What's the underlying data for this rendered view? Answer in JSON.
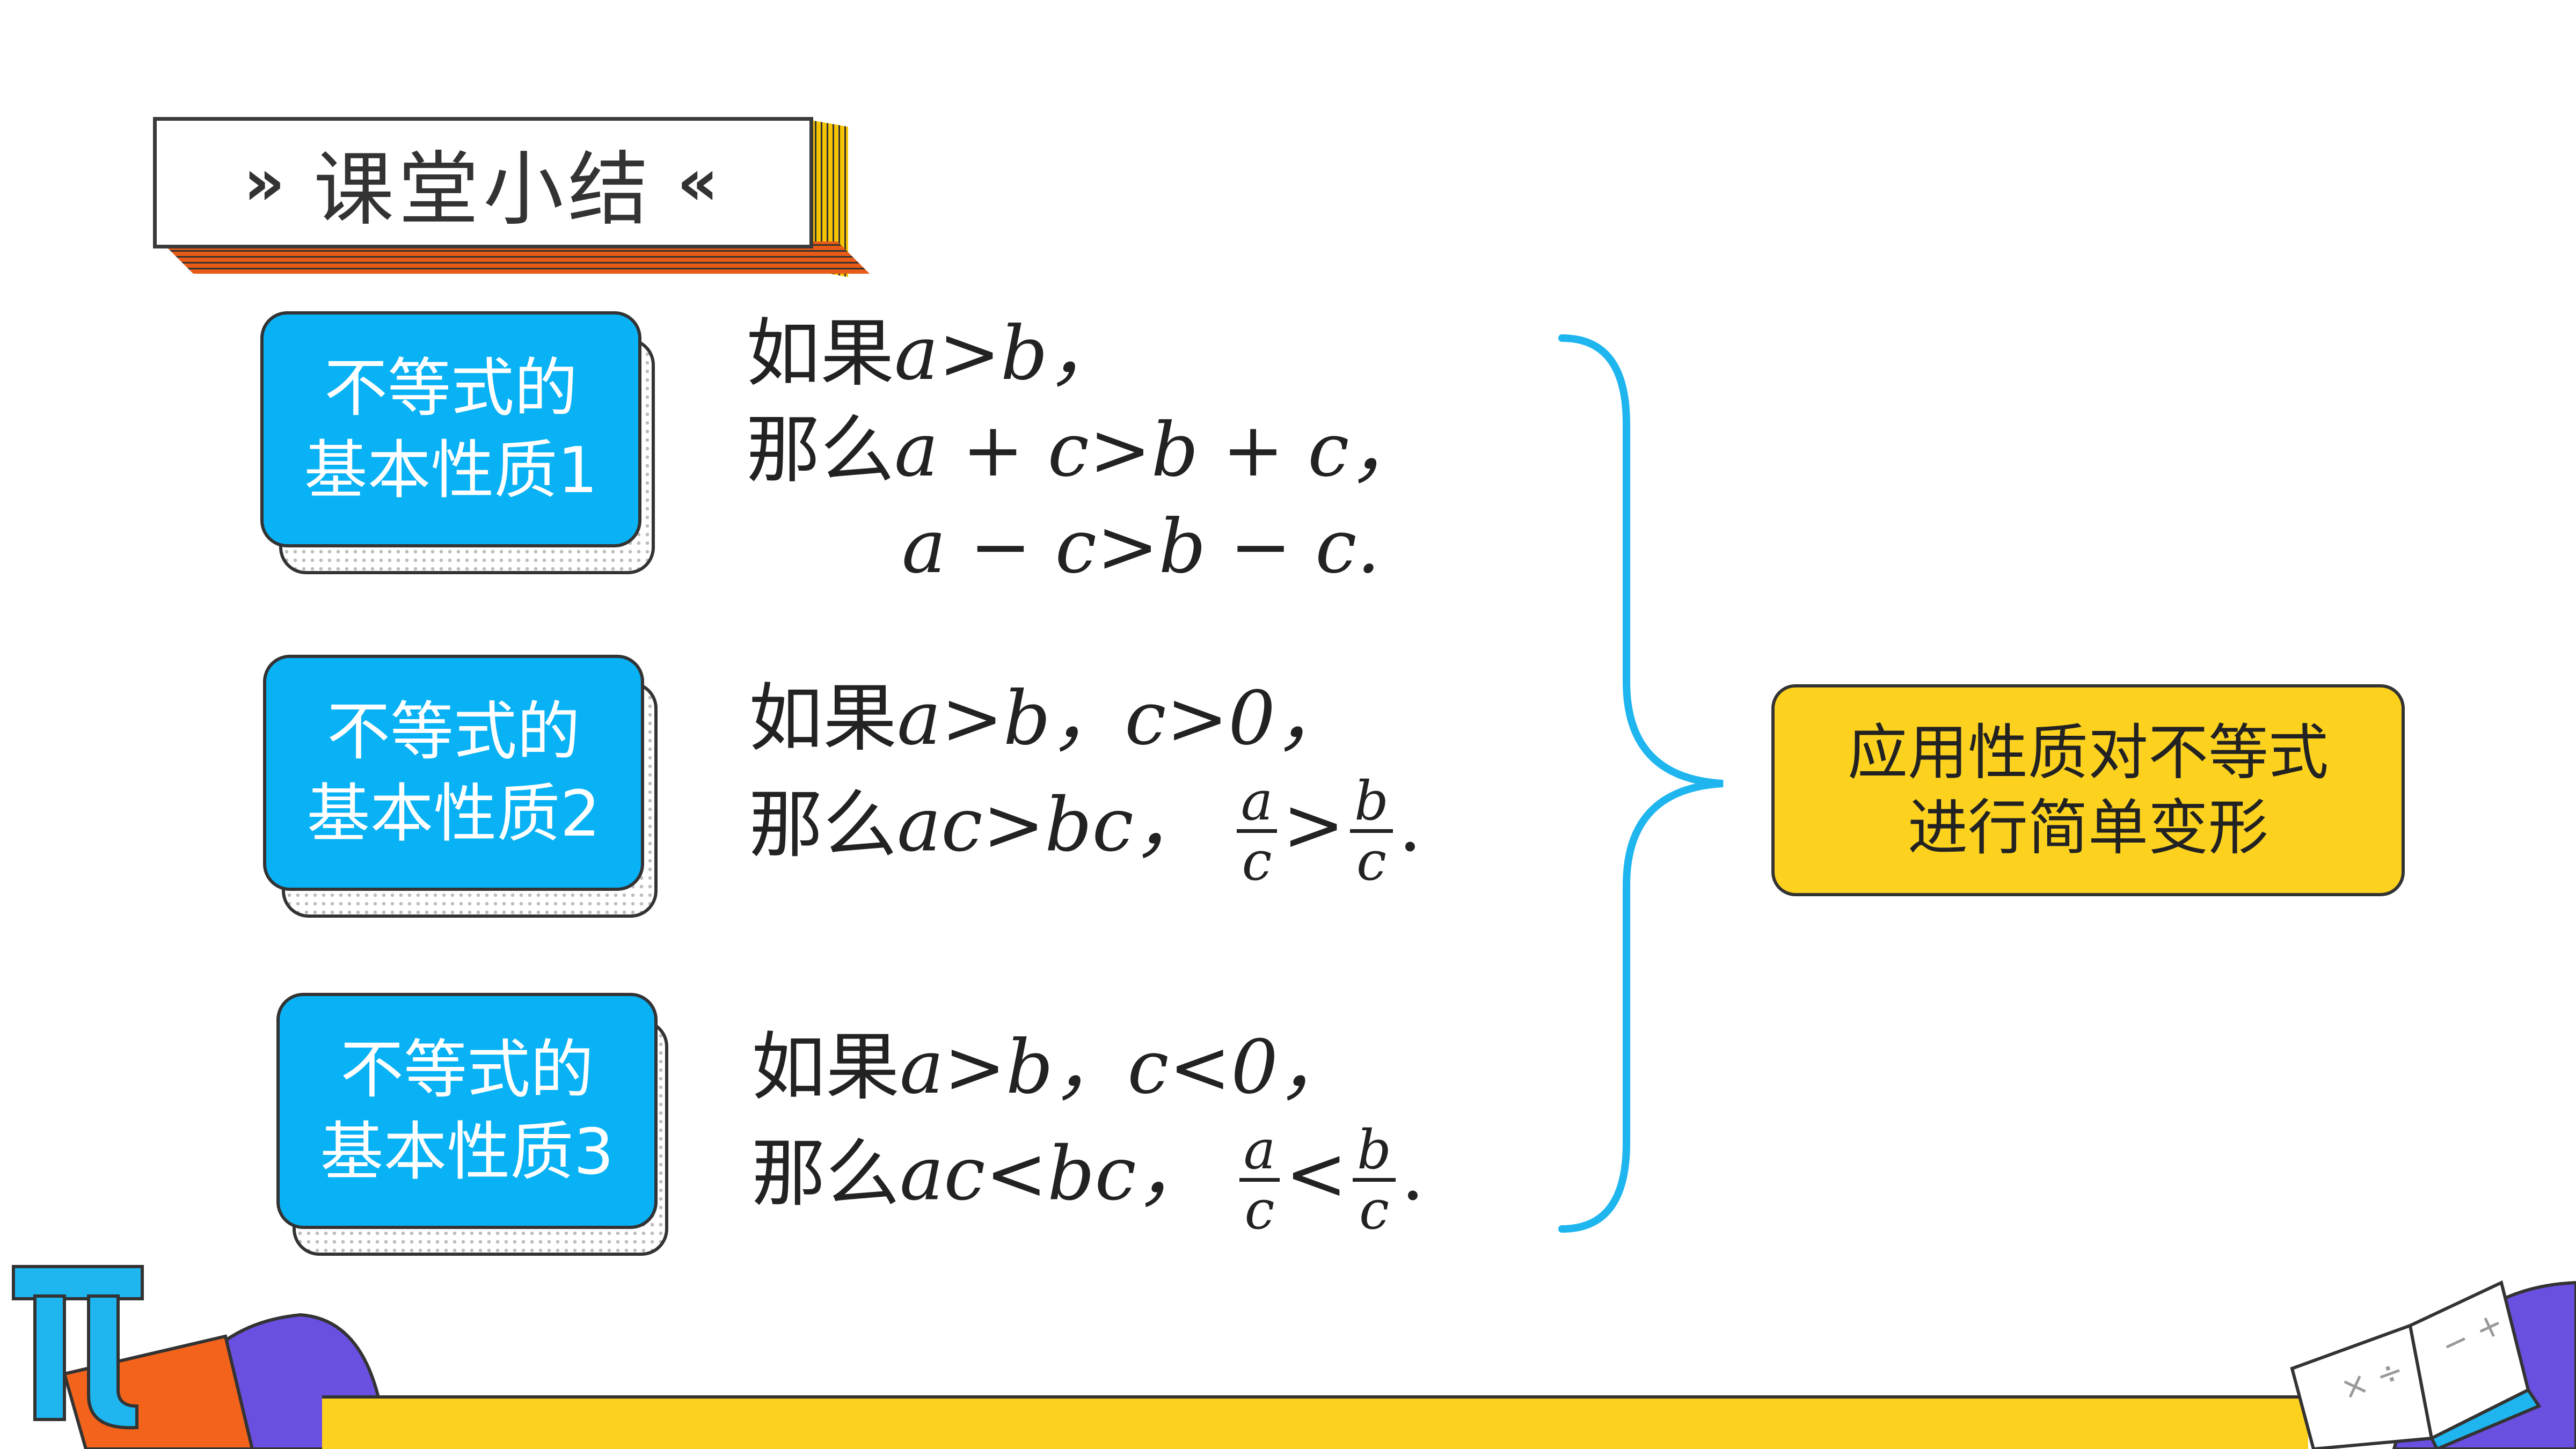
{
  "title": {
    "text": "课堂小结",
    "left_icon": "double-chevron-right-icon",
    "right_icon": "double-chevron-left-icon"
  },
  "properties": [
    {
      "label_line1": "不等式的",
      "label_line2": "基本性质1",
      "line1": {
        "cn": "如果",
        "expr": "a>b，"
      },
      "line2": {
        "cn": "那么",
        "expr": "a + c>b + c，"
      },
      "line3": {
        "expr": "a − c>b − c."
      }
    },
    {
      "label_line1": "不等式的",
      "label_line2": "基本性质2",
      "line1": {
        "cn": "如果",
        "expr": "a>b，c>0，"
      },
      "line2": {
        "cn": "那么",
        "expr": "ac>bc，",
        "frac_left_num": "a",
        "frac_left_den": "c",
        "op": ">",
        "frac_right_num": "b",
        "frac_right_den": "c",
        "end": "."
      }
    },
    {
      "label_line1": "不等式的",
      "label_line2": "基本性质3",
      "line1": {
        "cn": "如果",
        "expr": "a>b，c<0，"
      },
      "line2": {
        "cn": "那么",
        "expr": "ac<bc，",
        "frac_left_num": "a",
        "frac_left_den": "c",
        "op": "<",
        "frac_right_num": "b",
        "frac_right_den": "c",
        "end": "."
      }
    }
  ],
  "summary": {
    "line1": "应用性质对不等式",
    "line2": "进行简单变形"
  },
  "colors": {
    "box_blue": "#08b2f5",
    "summary_yellow": "#fcd21f",
    "brace": "#1fb6f0",
    "banner_orange": "#e85b16"
  },
  "decorations": {
    "bottom_left": "pi-symbol-icon",
    "bottom_right": "open-book-icon"
  }
}
